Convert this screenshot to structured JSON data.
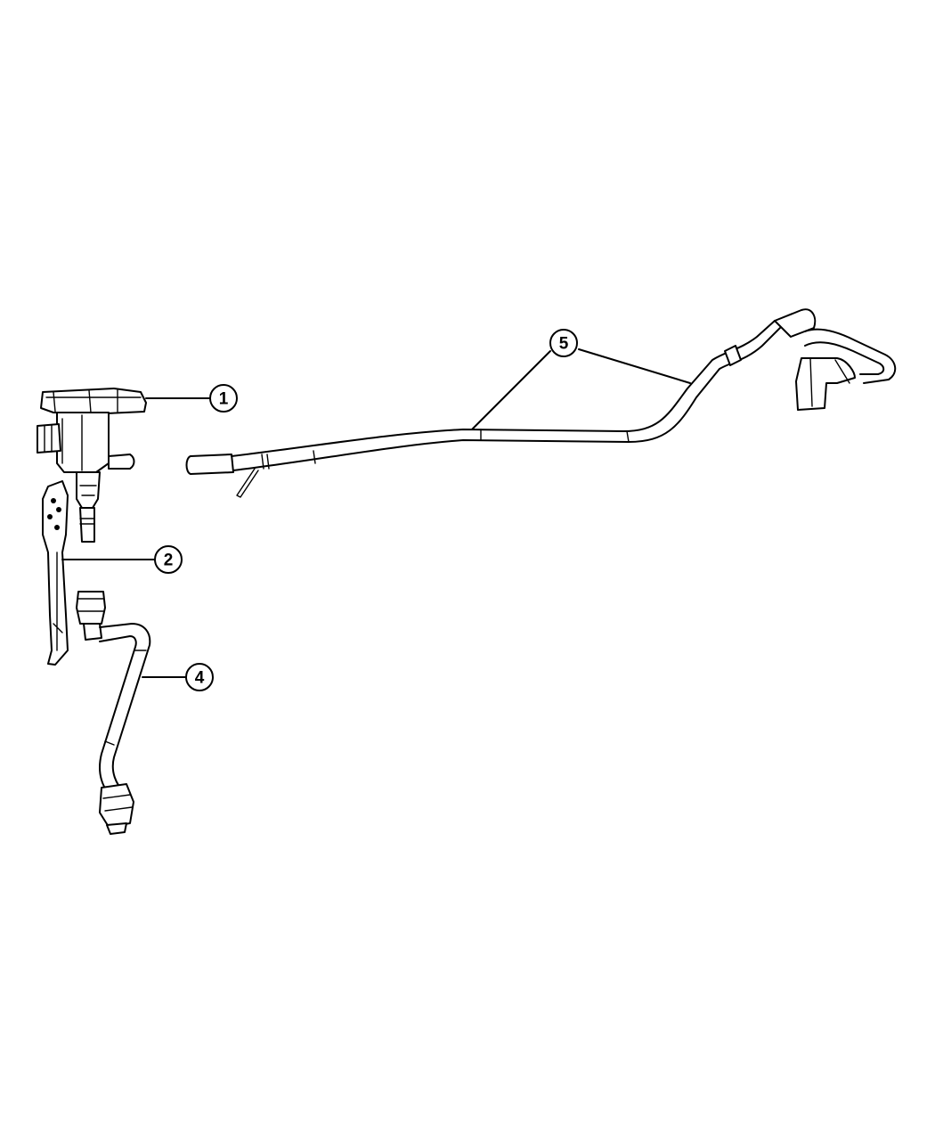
{
  "callouts": [
    {
      "id": "1",
      "label": "1"
    },
    {
      "id": "2",
      "label": "2"
    },
    {
      "id": "4",
      "label": "4"
    },
    {
      "id": "5",
      "label": "5"
    }
  ],
  "colors": {
    "line": "#000000",
    "background": "#ffffff"
  }
}
